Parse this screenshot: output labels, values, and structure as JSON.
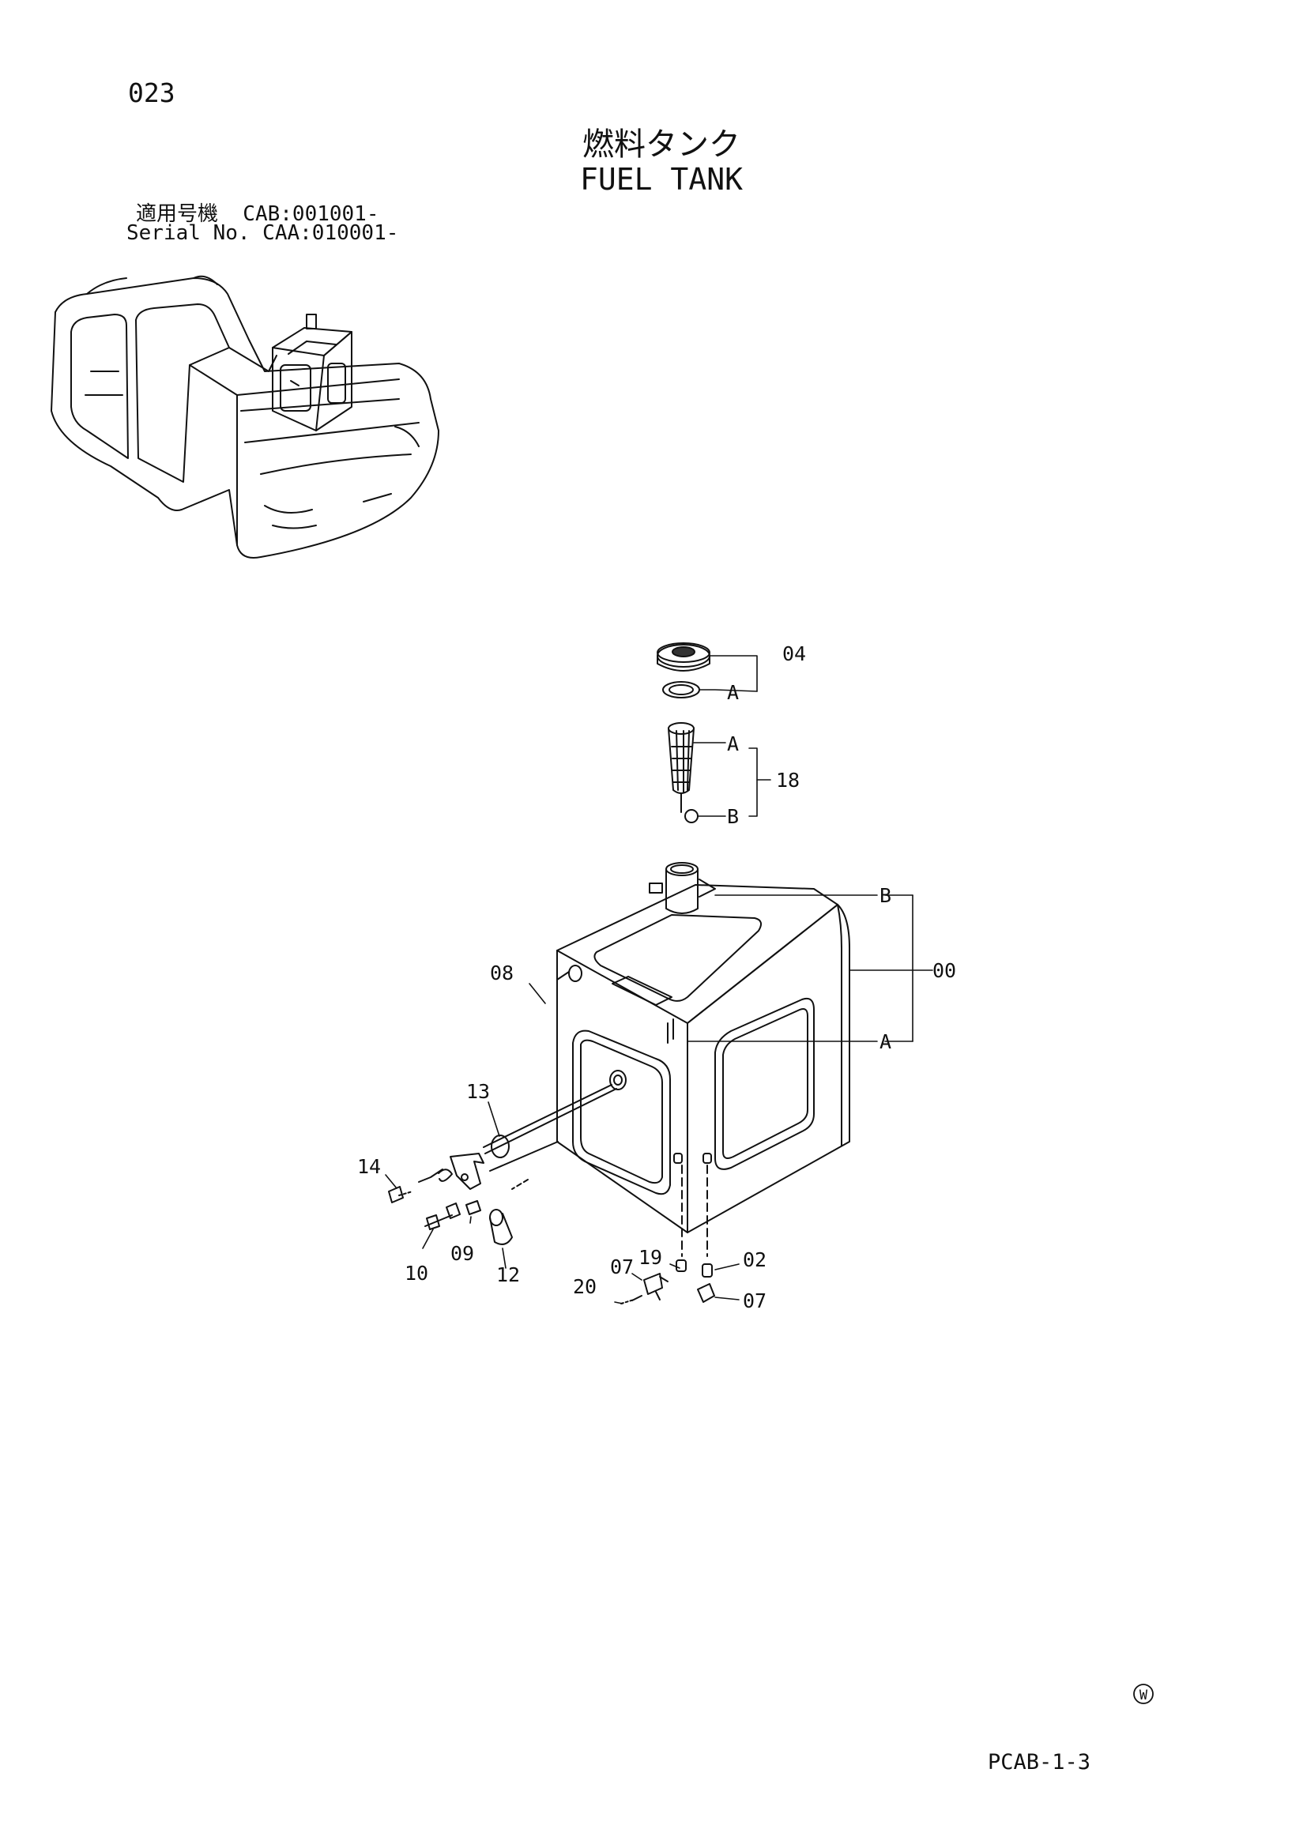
{
  "page": {
    "number": "023",
    "title_jp": "燃料タンク",
    "title_en": "FUEL TANK",
    "serial_line1": "適用号機  CAB:001001-",
    "serial_line2": "Serial No. CAA:010001-",
    "mark": "W",
    "doc_code": "PCAB-1-3"
  },
  "callouts": {
    "c04": "04",
    "c04a": "A",
    "c18": "18",
    "c18a": "A",
    "c18b": "B",
    "c00": "00",
    "c00b": "B",
    "c00a": "A",
    "c08": "08",
    "c13": "13",
    "c14": "14",
    "c10": "10",
    "c09": "09",
    "c12": "12",
    "c19": "19",
    "c07a": "07",
    "c20": "20",
    "c02": "02",
    "c07b": "07"
  }
}
